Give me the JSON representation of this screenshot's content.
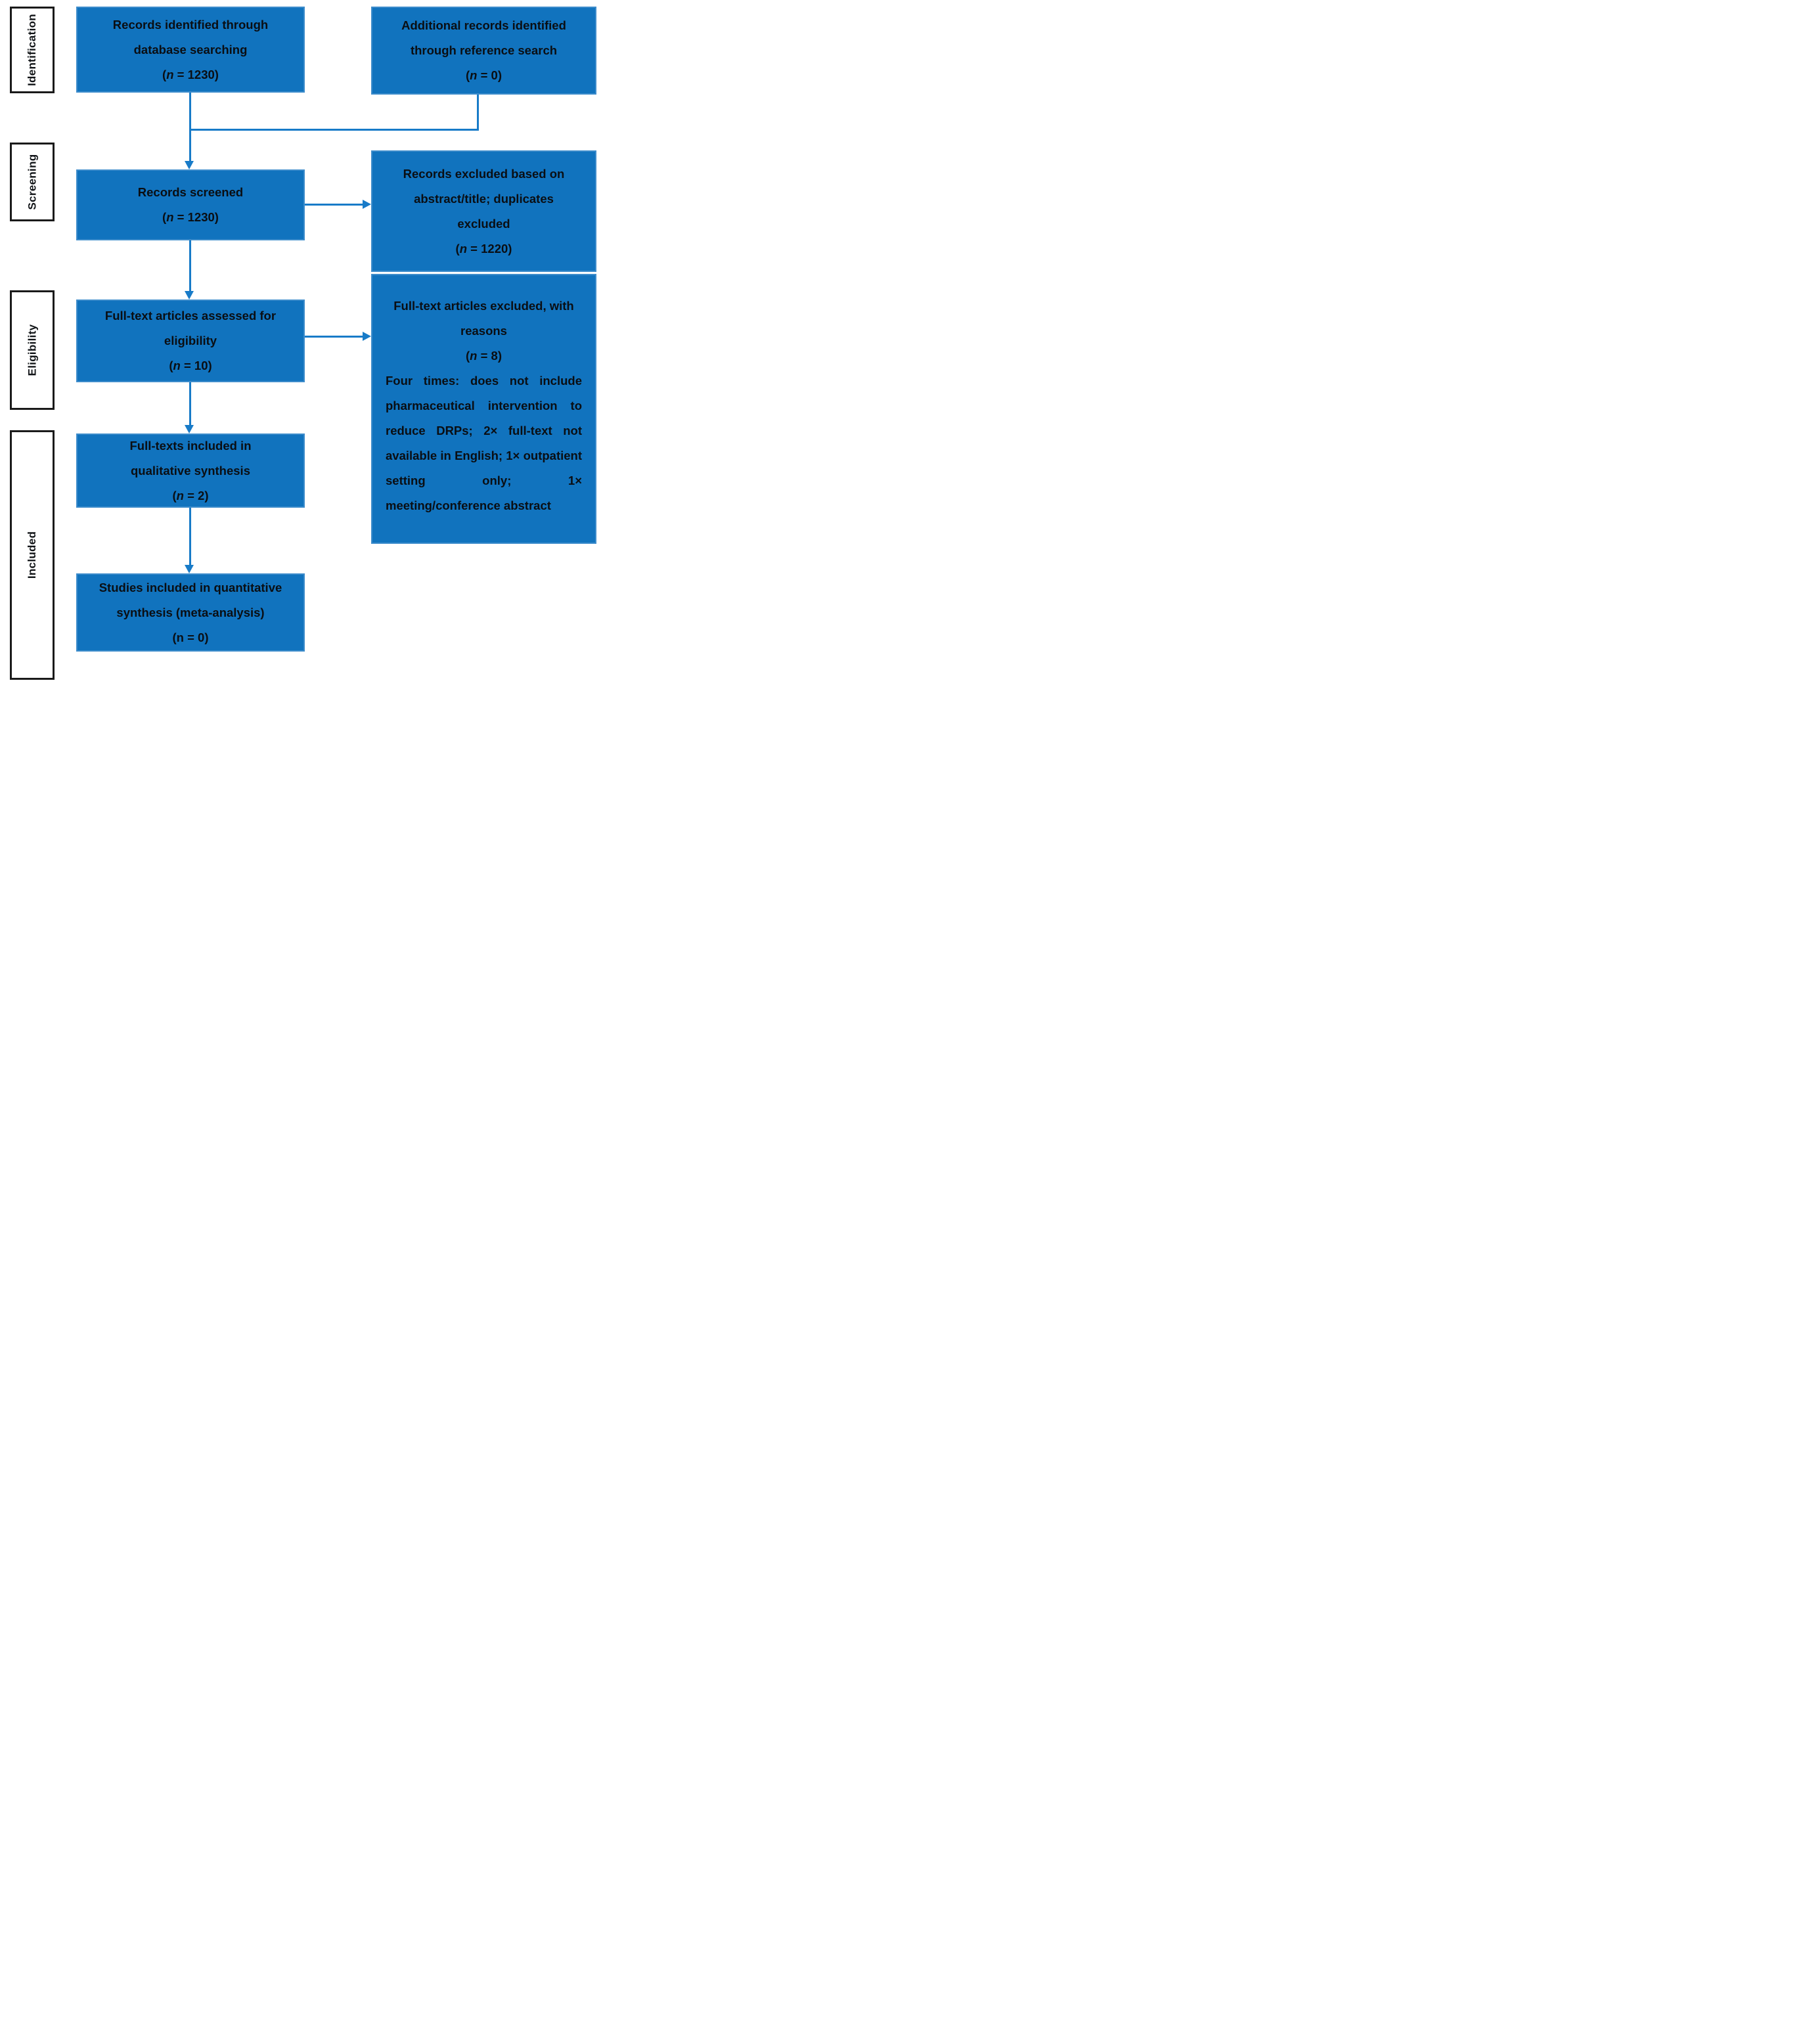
{
  "diagram": {
    "title_hint": "PRISMA flow diagram",
    "colors": {
      "box_fill": "#1173be",
      "box_border": "#3d8ccb",
      "connector": "#187bc8",
      "sidebar_border": "#1a1a1a",
      "text": "#0a0e13"
    },
    "meta": {
      "open_paren": "(",
      "n": "n"
    },
    "sidebar": [
      {
        "label": "Identification"
      },
      {
        "label": "Screening"
      },
      {
        "label": "Eligibility"
      },
      {
        "label": "Included"
      }
    ],
    "boxes": {
      "identified": {
        "lines": [
          "Records identified through",
          "database searching"
        ],
        "count_rest": " = 1230)"
      },
      "additional": {
        "lines": [
          "Additional records identified",
          "through reference search"
        ],
        "count_rest": " = 0)"
      },
      "screened": {
        "lines": [
          "Records screened"
        ],
        "count_rest": " = 1230)"
      },
      "excluded_screening": {
        "lines": [
          "Records excluded based on",
          "abstract/title; duplicates",
          "excluded"
        ],
        "count_rest": " = 1220)"
      },
      "fulltext_assessed": {
        "lines": [
          "Full-text articles assessed for",
          "eligibility"
        ],
        "count_rest": " = 10)"
      },
      "fulltext_excluded": {
        "lines": [
          "Full-text articles excluded, with",
          "reasons"
        ],
        "count_rest": " = 8)",
        "reasons": "Four times: does not include pharmaceutical intervention to reduce DRPs; 2× full-text not available in English; 1× outpatient setting only; 1× meeting/conference abstract"
      },
      "qualitative": {
        "lines": [
          "Full-texts included in",
          "qualitative synthesis"
        ],
        "count_rest": " = 2)"
      },
      "quantitative": {
        "lines": [
          "Studies included in quantitative",
          "synthesis (meta-analysis)"
        ],
        "count_rest": " = 0)"
      }
    }
  }
}
